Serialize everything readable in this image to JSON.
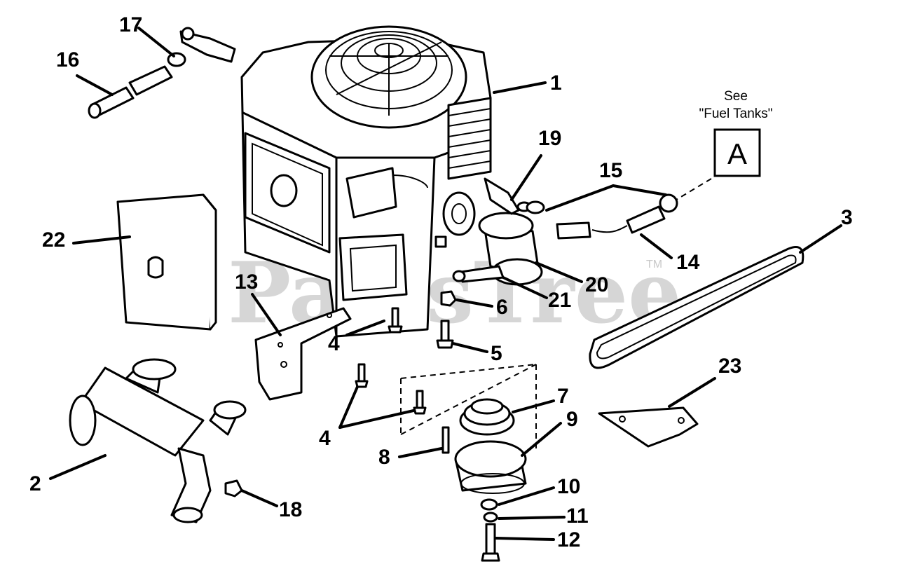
{
  "watermark": {
    "text": "PartsTree",
    "trademark": "TM"
  },
  "reference_note": {
    "line1": "See",
    "line2": "\"Fuel Tanks\"",
    "box_letter": "A"
  },
  "callouts": [
    "1",
    "2",
    "3",
    "4",
    "4",
    "5",
    "6",
    "7",
    "8",
    "9",
    "10",
    "11",
    "12",
    "13",
    "14",
    "15",
    "16",
    "17",
    "18",
    "19",
    "20",
    "21",
    "22",
    "23"
  ]
}
